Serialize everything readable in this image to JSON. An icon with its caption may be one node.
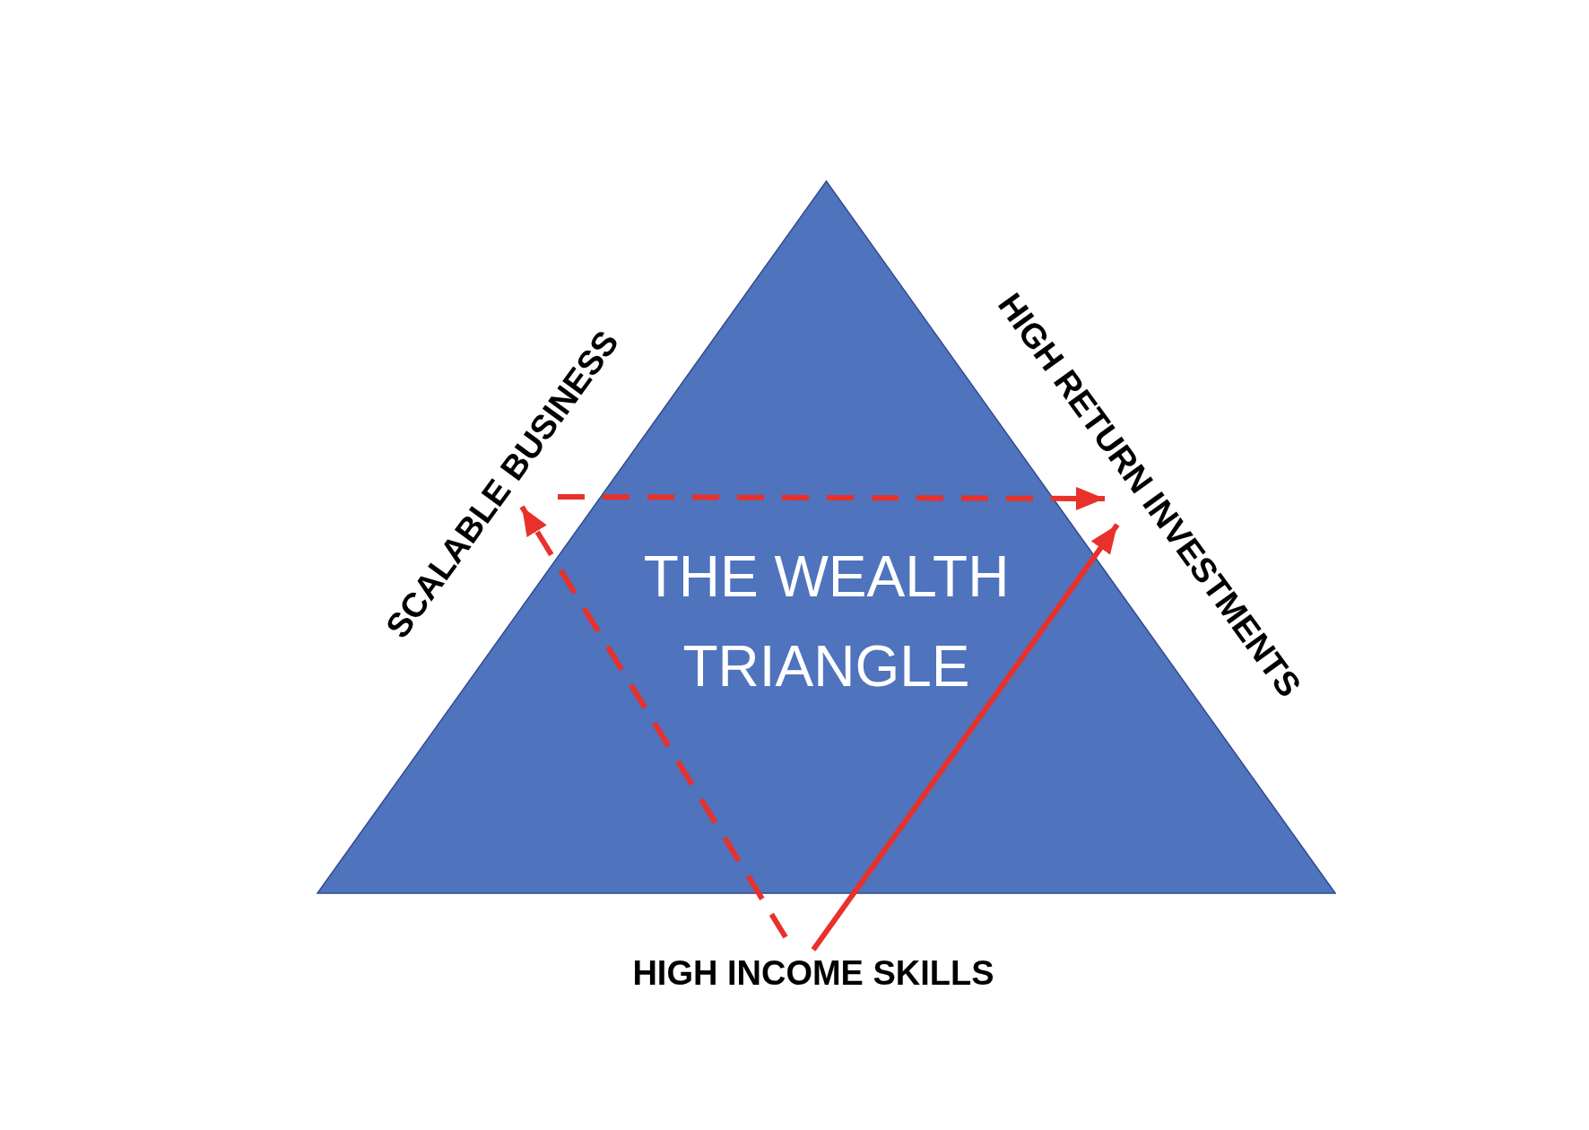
{
  "diagram": {
    "nodes": [
      {
        "text": [
          "THE WEALTH TRIANGLE"
        ]
      },
      {
        "text": [
          "SCALABLE BUSINESS"
        ]
      },
      {
        "text": [
          "HIGH RETURN INVESTMENTS"
        ]
      },
      {
        "text": [
          "HIGH INCOME SKILLS"
        ]
      }
    ],
    "edges": [
      {
        "from": 3,
        "to": 1,
        "arrow": "to",
        "style": "dashed"
      },
      {
        "from": 1,
        "to": 2,
        "arrow": "to",
        "style": "dashed"
      },
      {
        "from": 3,
        "to": 2,
        "arrow": "to"
      }
    ]
  }
}
